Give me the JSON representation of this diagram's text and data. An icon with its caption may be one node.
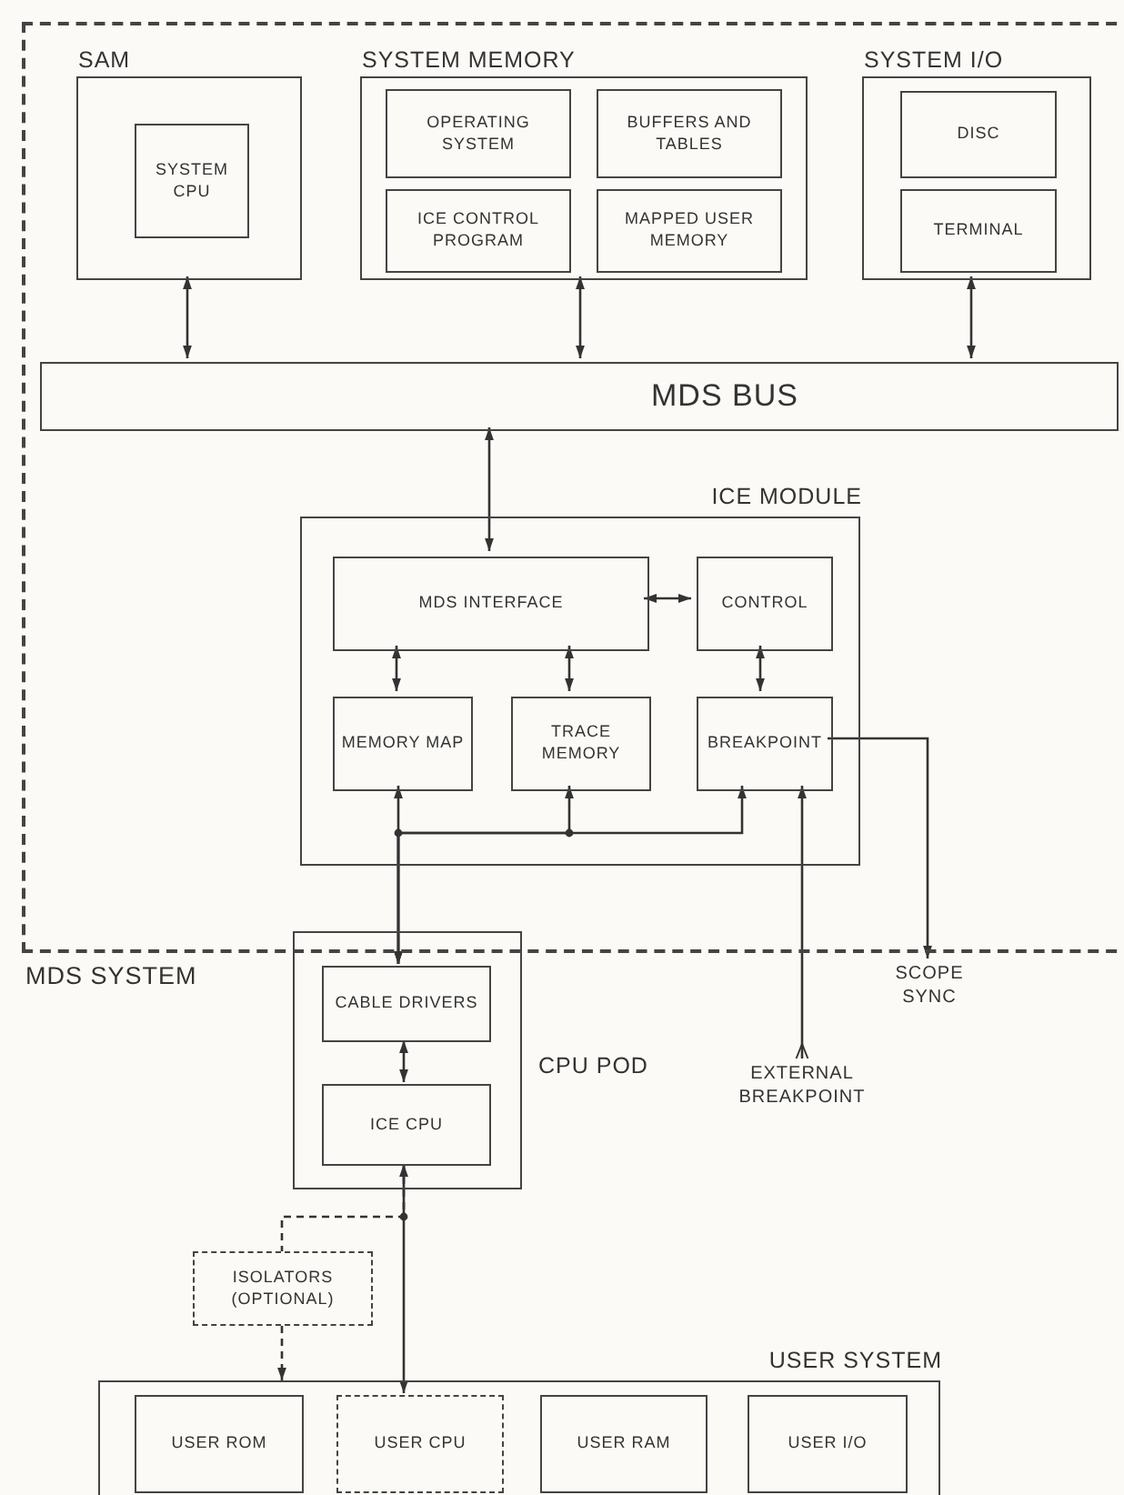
{
  "diagram": {
    "nodes": [
      {
        "text": [
          "MDS SYSTEM"
        ]
      },
      {
        "text": [
          "SAM"
        ],
        "in": 0
      },
      {
        "text": [
          "SYSTEM CPU"
        ],
        "in": 1
      },
      {
        "text": [
          "SYSTEM MEMORY"
        ],
        "in": 0
      },
      {
        "text": [
          "OPERATING SYSTEM"
        ],
        "in": 3
      },
      {
        "text": [
          "BUFFERS AND TABLES"
        ],
        "in": 3
      },
      {
        "text": [
          "ICE CONTROL PROGRAM"
        ],
        "in": 3
      },
      {
        "text": [
          "MAPPED USER MEMORY"
        ],
        "in": 3
      },
      {
        "text": [
          "SYSTEM I/O"
        ],
        "in": 0
      },
      {
        "text": [
          "DISC"
        ],
        "in": 8
      },
      {
        "text": [
          "TERMINAL"
        ],
        "in": 8
      },
      {
        "text": [
          "MDS BUS"
        ],
        "in": 0
      },
      {
        "text": [
          "ICE MODULE"
        ],
        "in": 0
      },
      {
        "text": [
          "MDS INTERFACE"
        ],
        "in": 12
      },
      {
        "text": [
          "CONTROL"
        ],
        "in": 12
      },
      {
        "text": [
          "MEMORY MAP"
        ],
        "in": 12
      },
      {
        "text": [
          "TRACE MEMORY"
        ],
        "in": 12
      },
      {
        "text": [
          "BREAKPOINT"
        ],
        "in": 12
      },
      {
        "text": [
          "CPU POD"
        ]
      },
      {
        "text": [
          "CABLE DRIVERS"
        ],
        "in": 18
      },
      {
        "text": [
          "ICE CPU"
        ],
        "in": 18
      },
      {
        "text": [
          "ISOLATORS (OPTIONAL)"
        ]
      },
      {
        "text": [
          "USER SYSTEM"
        ]
      },
      {
        "text": [
          "USER ROM"
        ],
        "in": 22
      },
      {
        "text": [
          "USER CPU"
        ],
        "in": 22
      },
      {
        "text": [
          "USER RAM"
        ],
        "in": 22
      },
      {
        "text": [
          "USER I/O"
        ],
        "in": 22
      },
      {
        "text": [
          "EXTERNAL BREAKPOINT"
        ]
      },
      {
        "text": [
          "SCOPE SYNC"
        ]
      }
    ],
    "edges": [
      {
        "from": 1,
        "to": 11,
        "arrow": "both"
      },
      {
        "from": 3,
        "to": 11,
        "arrow": "both"
      },
      {
        "from": 8,
        "to": 11,
        "arrow": "both"
      },
      {
        "from": 11,
        "to": 13,
        "arrow": "both"
      },
      {
        "from": 13,
        "to": 14,
        "arrow": "both"
      },
      {
        "from": 13,
        "to": 15,
        "arrow": "both"
      },
      {
        "from": 13,
        "to": 16,
        "arrow": "both"
      },
      {
        "from": 14,
        "to": 17,
        "arrow": "both"
      },
      {
        "from": 19,
        "to": 15,
        "arrow": "both"
      },
      {
        "from": 19,
        "to": 16,
        "arrow": "both"
      },
      {
        "from": 19,
        "to": 17,
        "arrow": "both"
      },
      {
        "from": 27,
        "to": 17,
        "arrow": "to"
      },
      {
        "from": 17,
        "to": 28,
        "arrow": "to"
      },
      {
        "from": 19,
        "to": 20,
        "arrow": "both"
      },
      {
        "from": 20,
        "to": 24,
        "arrow": "both"
      },
      {
        "from": 20,
        "to": 21,
        "arrow": "none",
        "style": "dashed"
      },
      {
        "from": 21,
        "to": 22,
        "arrow": "to",
        "style": "dashed"
      }
    ]
  }
}
